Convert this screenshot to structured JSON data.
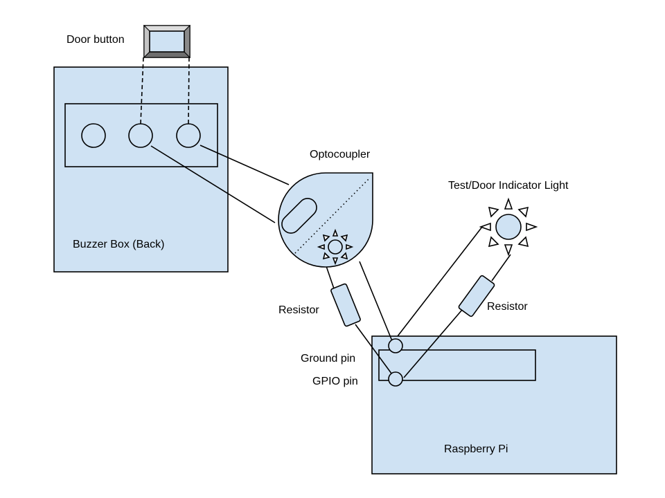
{
  "labels": {
    "door_button": "Door button",
    "buzzer_box": "Buzzer Box (Back)",
    "optocoupler": "Optocoupler",
    "indicator_light": "Test/Door Indicator Light",
    "resistor_left": "Resistor",
    "resistor_right": "Resistor",
    "ground_pin": "Ground pin",
    "gpio_pin": "GPIO pin",
    "raspberry_pi": "Raspberry Pi"
  },
  "colors": {
    "component_fill": "#cfe2f3",
    "outline": "#000000",
    "background": "#ffffff"
  }
}
